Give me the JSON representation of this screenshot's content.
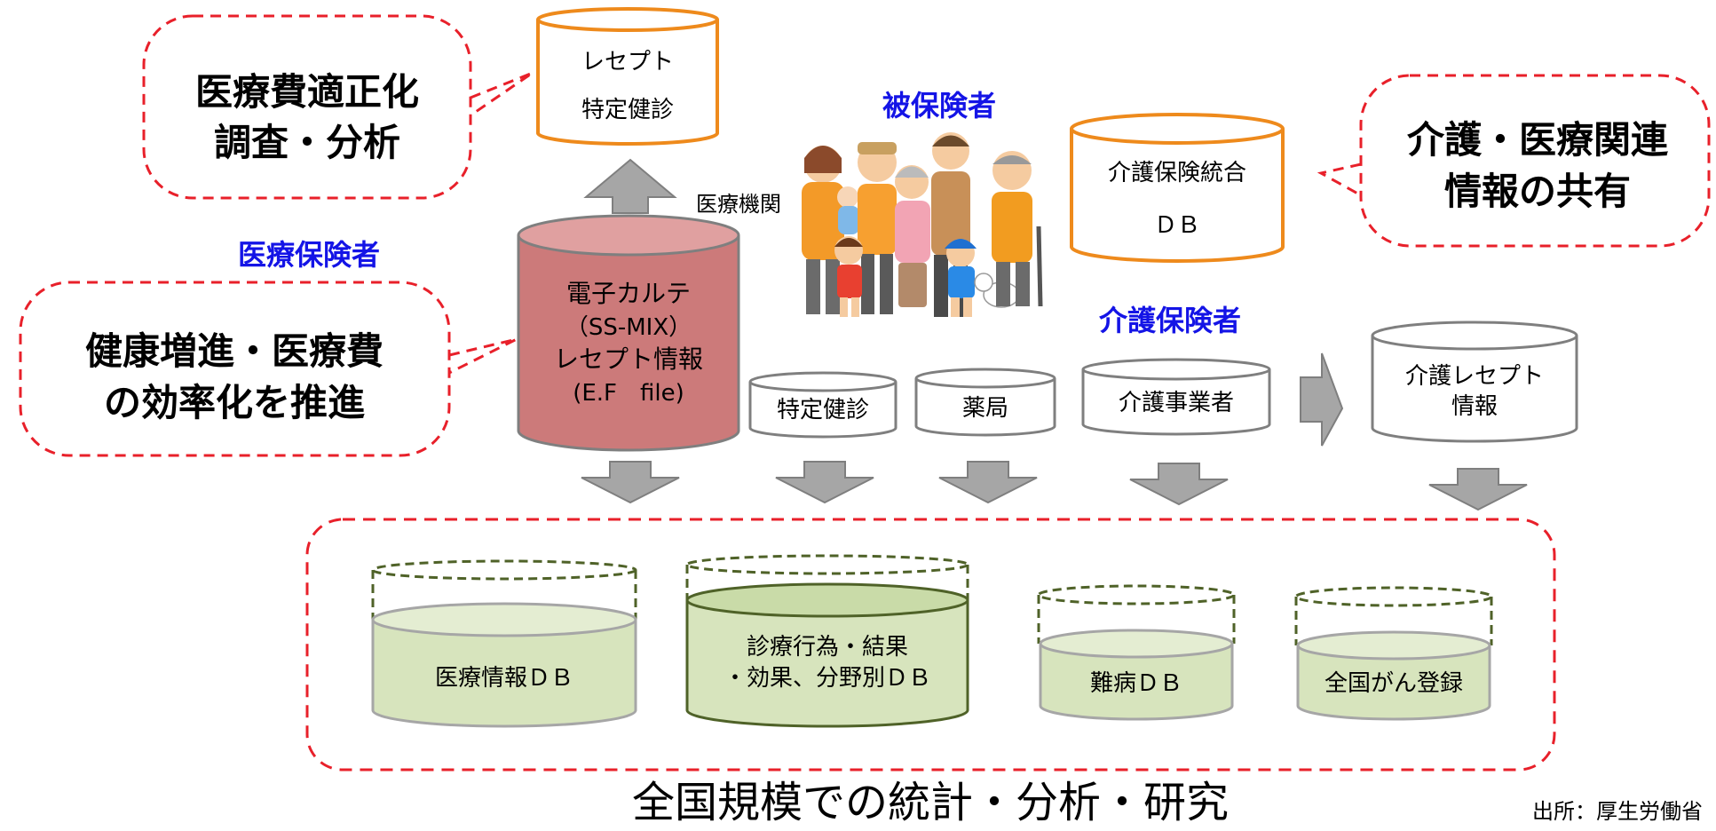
{
  "colors": {
    "dash_red": "#e8202a",
    "blue_label": "#1414e6",
    "orange": "#ee8a1c",
    "red_cyl_fill": "#cc7a7a",
    "red_cyl_top": "#e0a0a0",
    "green_fill": "#d7e4bd",
    "green_stroke": "#4f6228",
    "gray_arrow": "#a6a6a6",
    "gray_stroke": "#7f7f7f"
  },
  "callouts": {
    "med_expense": [
      "医療費適正化",
      "調査・分析"
    ],
    "care_share": [
      "介護・医療関連",
      "情報の共有"
    ],
    "health_promo": [
      "健康増進・医療費",
      "の効率化を推進"
    ]
  },
  "labels": {
    "insured": "被保険者",
    "medical_insurer": "医療保険者",
    "care_insurer": "介護保険者",
    "medical_institution": "医療機関"
  },
  "cylinders": {
    "receipt": [
      "レセプト",
      "特定健診"
    ],
    "care_db": [
      "介護保険統合",
      "ＤＢ"
    ],
    "ehr": [
      "電子カルテ",
      "（SS-MIX）",
      "レセプト情報",
      "(E.F　file)"
    ],
    "checkup": "特定健診",
    "pharmacy": "薬局",
    "care_provider": "介護事業者",
    "care_receipt": [
      "介護レセプト",
      "情報"
    ]
  },
  "databases": {
    "medical_info": "医療情報ＤＢ",
    "treatment": [
      "診療行為・結果",
      "・効果、分野別ＤＢ"
    ],
    "intractable": "難病ＤＢ",
    "cancer": "全国がん登録"
  },
  "footer": {
    "main": "全国規模での統計・分析・研究",
    "source": "出所：厚生労働省"
  }
}
